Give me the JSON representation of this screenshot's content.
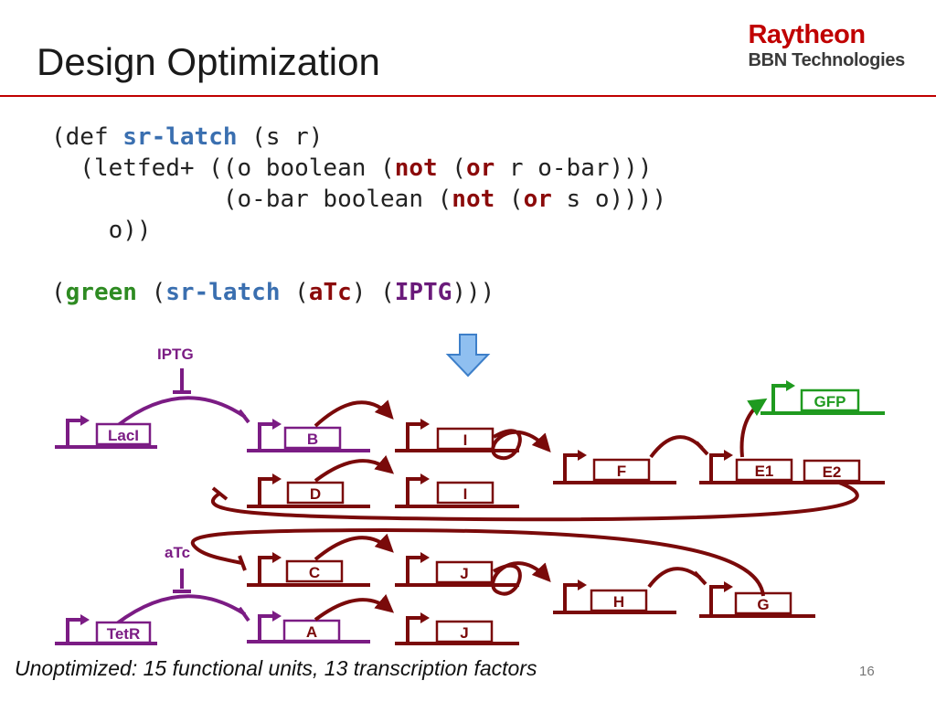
{
  "slide": {
    "title": "Design Optimization",
    "logo_top": "Raytheon",
    "logo_bottom": "BBN Technologies",
    "caption": "Unoptimized: 15 functional units, 13 transcription factors",
    "page_number": "16"
  },
  "code": {
    "l1_a": "(def ",
    "l1_kw": "sr-latch",
    "l1_b": " (s r)",
    "l2_a": "  (letfed+ ((o boolean (",
    "l2_not": "not",
    "l2_b": " (",
    "l2_or": "or",
    "l2_c": " r o-bar)))",
    "l3_a": "            (o-bar boolean (",
    "l3_not": "not",
    "l3_b": " (",
    "l3_or": "or",
    "l3_c": " s o))))",
    "l4": "    o))",
    "l6_a": "(",
    "l6_green": "green",
    "l6_b": " (",
    "l6_kw": "sr-latch",
    "l6_c": " (",
    "l6_atc": "aTc",
    "l6_d": ") (",
    "l6_iptg": "IPTG",
    "l6_e": ")))"
  },
  "colors": {
    "purple": "#7b1c84",
    "darkred": "#7a0a0a",
    "green": "#1f9a1f",
    "arrow_fill": "#8fbff0",
    "arrow_stroke": "#3d7fc9"
  },
  "diagram": {
    "inducers": {
      "iptg": "IPTG",
      "atc": "aTc"
    },
    "genes": {
      "laci": "LacI",
      "tetr": "TetR",
      "b": "B",
      "d": "D",
      "c": "C",
      "a": "A",
      "i1": "I",
      "i2": "I",
      "j1": "J",
      "j2": "J",
      "f": "F",
      "h": "H",
      "e1": "E1",
      "e2": "E2",
      "g": "G",
      "gfp": "GFP"
    }
  }
}
